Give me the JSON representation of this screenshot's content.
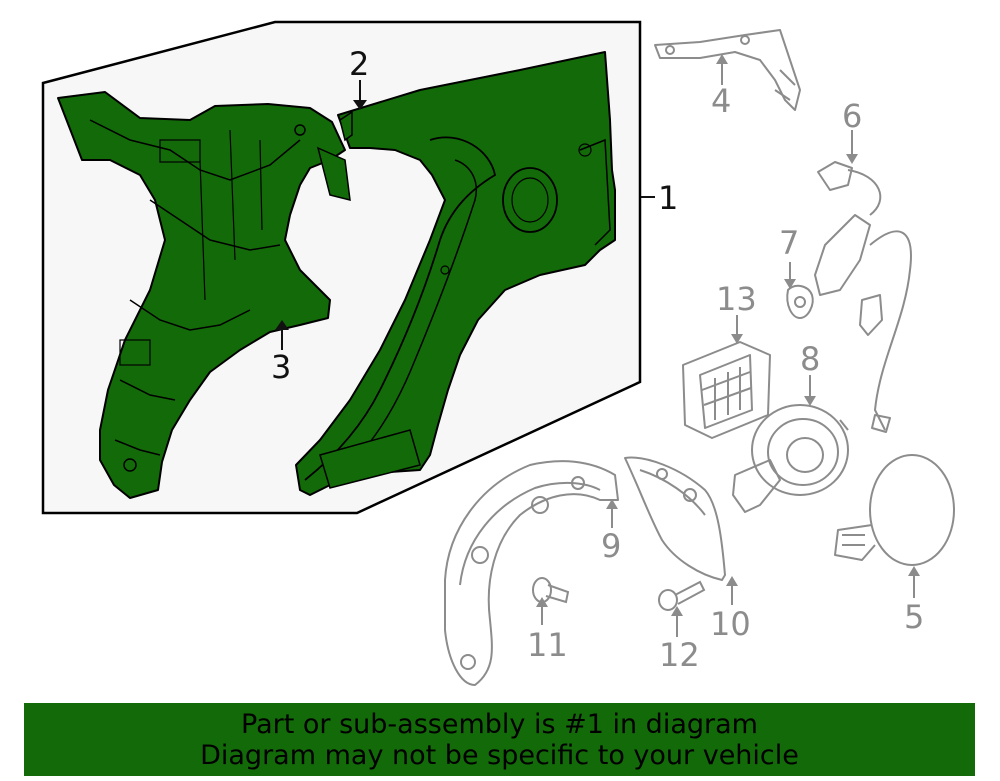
{
  "diagram": {
    "callouts": {
      "c1": "1",
      "c2": "2",
      "c3": "3",
      "c4": "4",
      "c5": "5",
      "c6": "6",
      "c7": "7",
      "c8": "8",
      "c9": "9",
      "c10": "10",
      "c11": "11",
      "c12": "12",
      "c13": "13"
    },
    "colors": {
      "highlight_fill": "#136a09",
      "outline": "#000000",
      "unhighlighted_outline": "#8c8c8c",
      "box_fill": "#f7f7f7"
    }
  },
  "banner": {
    "line1": "Part or sub-assembly is #1 in diagram",
    "line2": "Diagram may not be specific to your vehicle",
    "background": "#136a09"
  }
}
